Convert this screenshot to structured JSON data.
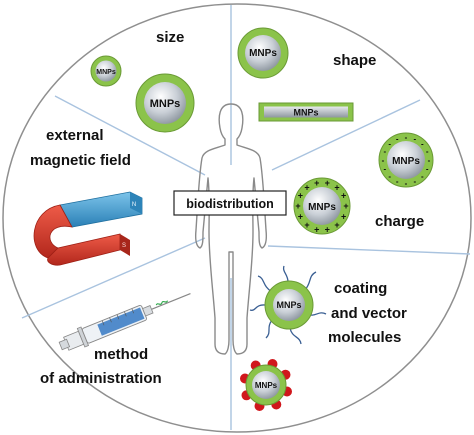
{
  "center_label": "biodistribution",
  "particle_label": "MNPs",
  "sectors": {
    "size": "size",
    "shape": "shape",
    "charge": "charge",
    "coating": [
      "coating",
      "and vector",
      "molecules"
    ],
    "method": [
      "method",
      "of administration"
    ],
    "magnetic": [
      "external",
      "magnetic field"
    ]
  },
  "charge_signs": {
    "negative": "-",
    "positive": "+"
  },
  "magnet_poles": {
    "north": "N",
    "south": "S"
  },
  "colors": {
    "outline": "#9c9c9c",
    "particle_shell": "#8bc34a",
    "particle_core": "#b5bcc4",
    "magnet_red": "#d83a2c",
    "magnet_blue": "#3d9bd1",
    "vector_molecule": "#d0171c",
    "coating_chain": "#3a5f93",
    "syringe_liquid": "#3f7fc6"
  }
}
